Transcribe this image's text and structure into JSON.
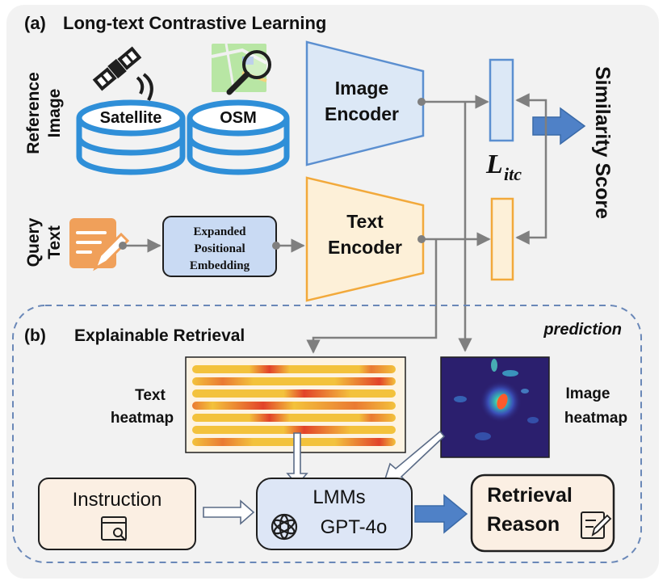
{
  "section_a": {
    "label": "(a)",
    "title": "Long-text Contrastive Learning",
    "reference_image_line1": "Reference",
    "reference_image_line2": "Image",
    "satellite_label": "Satellite",
    "osm_label": "OSM",
    "image_encoder_line1": "Image",
    "image_encoder_line2": "Encoder",
    "query_text_line1": "Query",
    "query_text_line2": "Text",
    "positional_line1": "Expanded",
    "positional_line2": "Positional",
    "positional_line3": "Embedding",
    "text_encoder_line1": "Text",
    "text_encoder_line2": "Encoder",
    "loss_main": "L",
    "loss_sub": "itc",
    "similarity_score": "Similarity Score"
  },
  "section_b": {
    "label": "(b)",
    "title": "Explainable Retrieval",
    "prediction": "prediction",
    "text_heatmap_line1": "Text",
    "text_heatmap_line2": "heatmap",
    "image_heatmap_line1": "Image",
    "image_heatmap_line2": "heatmap",
    "instruction": "Instruction",
    "lmms_line1": "LMMs",
    "lmms_line2": "GPT-4o",
    "retrieval_line1": "Retrieval",
    "retrieval_line2": "Reason"
  },
  "colors": {
    "panel_bg": "#f2f2f2",
    "db_blue": "#2f8fd8",
    "image_encoder_fill": "#dce8f6",
    "image_encoder_stroke": "#5b8fd0",
    "text_encoder_fill": "#fdf0d8",
    "text_encoder_stroke": "#f2a93b",
    "embedding_fill": "#c9daf3",
    "big_arrow": "#4f81c7",
    "dashed_border": "#6a88b8",
    "instruction_fill": "#fbefe3",
    "retrieval_fill": "#fbefe3",
    "lmm_fill": "#dde6f6",
    "heatmap_bar": "#f3c23c",
    "heatmap_hot": "#e2432a",
    "image_heatmap_bg": "#2b1f6e"
  }
}
